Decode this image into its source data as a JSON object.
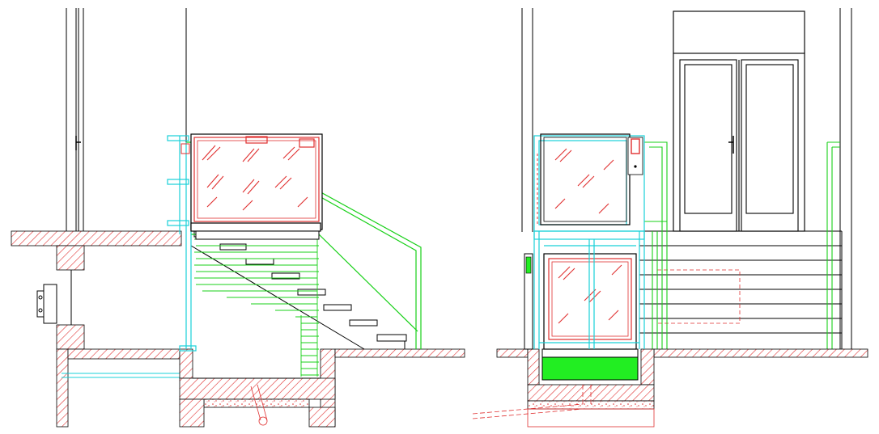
{
  "drawing": {
    "views": [
      {
        "id": "section",
        "content": "lift-section-view"
      },
      {
        "id": "elevation",
        "content": "lift-front-elevation"
      }
    ],
    "colors": {
      "line": "#000000",
      "hatch": "#e03030",
      "glass": "#e03030",
      "frame": "#19d0d8",
      "rail": "#18d018",
      "fill_green": "#22ee22",
      "background": "#ffffff"
    },
    "icons": [
      "door-handle-icon",
      "wall-lamp-icon",
      "control-panel-icon"
    ]
  }
}
